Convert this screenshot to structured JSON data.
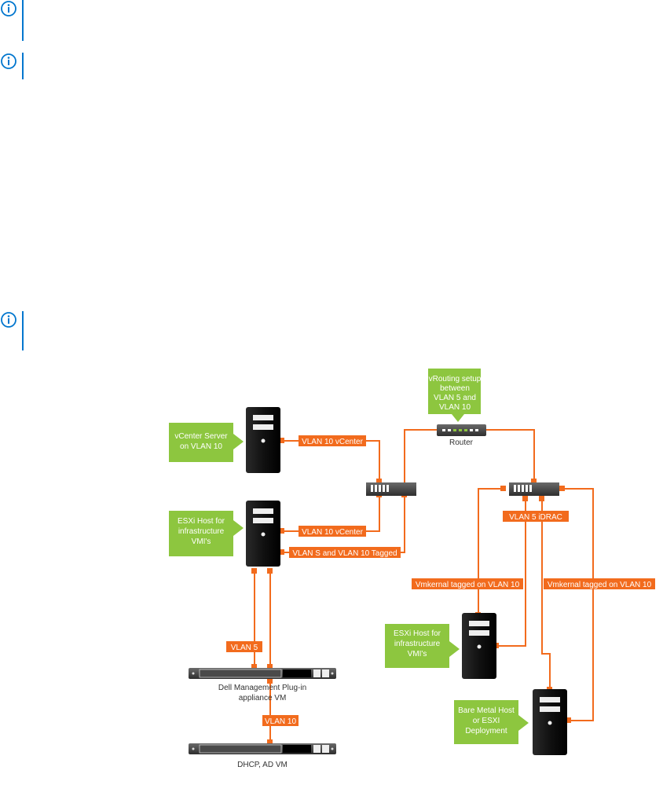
{
  "colors": {
    "note_accent": "#0076ce",
    "link": "#f26b1d",
    "callout": "#8dc63f",
    "server": "#111111",
    "switch": "#333333",
    "label_text": "#ffffff",
    "caption_text": "#333333"
  },
  "notes": [
    {
      "icon": "info-icon"
    },
    {
      "icon": "info-icon"
    },
    {
      "icon": "info-icon"
    }
  ],
  "callouts": {
    "vcenter": [
      "vCenter Server",
      "on VLAN 10"
    ],
    "esxi_left": [
      "ESXi Host for",
      "infrastructure",
      "VMI's"
    ],
    "vrouting": [
      "vRouting setup",
      "between",
      "VLAN 5 and",
      "VLAN 10"
    ],
    "esxi_right": [
      "ESXi Host for",
      "infrastructure",
      "VMI's"
    ],
    "bare_metal": [
      "Bare Metal Host",
      "or ESXI",
      "Deployment"
    ]
  },
  "link_labels": {
    "vlan10_vcenter_top": "VLAN 10 vCenter",
    "vlan10_vcenter_mid": "VLAN 10 vCenter",
    "vlan5_vlan10_tagged": "VLAN S and VLAN 10 Tagged",
    "vlan5_idrac": "VLAN 5 iDRAC",
    "vmkernel_left": "Vmkernal tagged on VLAN 10",
    "vmkernel_right": "Vmkernal tagged on VLAN 10",
    "vlan5": "VLAN 5",
    "vlan10": "VLAN 10"
  },
  "captions": {
    "router": "Router",
    "dell_plugin": [
      "Dell Management Plug-in",
      "appliance VM"
    ],
    "dhcp": "DHCP, AD VM"
  }
}
